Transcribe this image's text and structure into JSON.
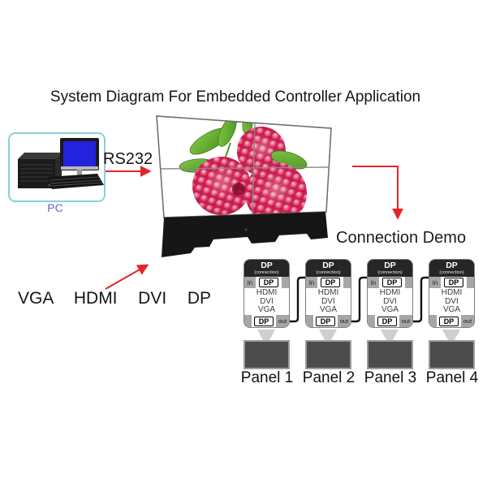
{
  "title": "System Diagram For Embedded Controller Application",
  "pc": {
    "label": "PC"
  },
  "rs232_label": "RS232",
  "connection_demo_label": "Connection Demo",
  "inputs_label": "VGA  HDMI  DVI  DP",
  "video_wall": {
    "layout": "2x2",
    "content": "raspberries-with-leaves"
  },
  "connection_boxes": [
    {
      "header": "DP",
      "subheader": "(connection)",
      "in_label": "in",
      "in_port": "DP",
      "signals": [
        "HDMI",
        "DVI",
        "VGA"
      ],
      "out_port": "DP",
      "out_label": "out"
    },
    {
      "header": "DP",
      "subheader": "(connection)",
      "in_label": "in",
      "in_port": "DP",
      "signals": [
        "HDMI",
        "DVI",
        "VGA"
      ],
      "out_port": "DP",
      "out_label": "out"
    },
    {
      "header": "DP",
      "subheader": "(connection)",
      "in_label": "in",
      "in_port": "DP",
      "signals": [
        "HDMI",
        "DVI",
        "VGA"
      ],
      "out_port": "DP",
      "out_label": "out"
    },
    {
      "header": "DP",
      "subheader": "(connection)",
      "in_label": "in",
      "in_port": "DP",
      "signals": [
        "HDMI",
        "DVI",
        "VGA"
      ],
      "out_port": "DP",
      "out_label": "out"
    }
  ],
  "panels": [
    "Panel 1",
    "Panel 2",
    "Panel 3",
    "Panel 4"
  ],
  "colors": {
    "arrow_red": "#e8222c",
    "cable_black": "#111111",
    "pc_box_border": "#8ccfd7",
    "pc_label": "#6a64c8",
    "monitor_screen_blue": "#2323dd",
    "panel_fill": "#4c4c4c",
    "panel_border": "#9d9d9d",
    "box_header_bg": "#262626",
    "tab_gray": "#a6a6a6",
    "funnel_gray": "#cfcfcf",
    "berry_pink": "#d42a5b",
    "leaf_green": "#63ac2e"
  }
}
